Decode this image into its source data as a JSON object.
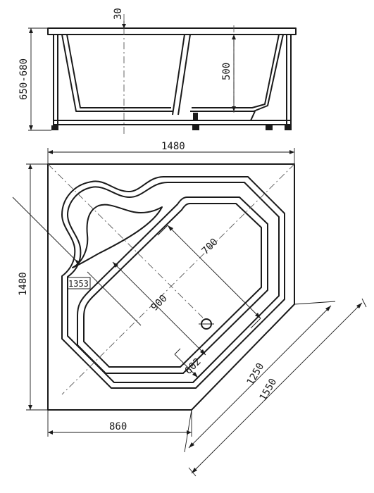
{
  "labels": {
    "depth_top": "30",
    "inner_depth": "500",
    "height": "650-680",
    "width_top": "1480",
    "height_left": "1480",
    "corner_radius": "1353",
    "dim_700": "700",
    "dim_900": "900",
    "seat_depth": "602",
    "diag_1250": "1250",
    "diag_1550": "1550",
    "side_860": "860"
  }
}
